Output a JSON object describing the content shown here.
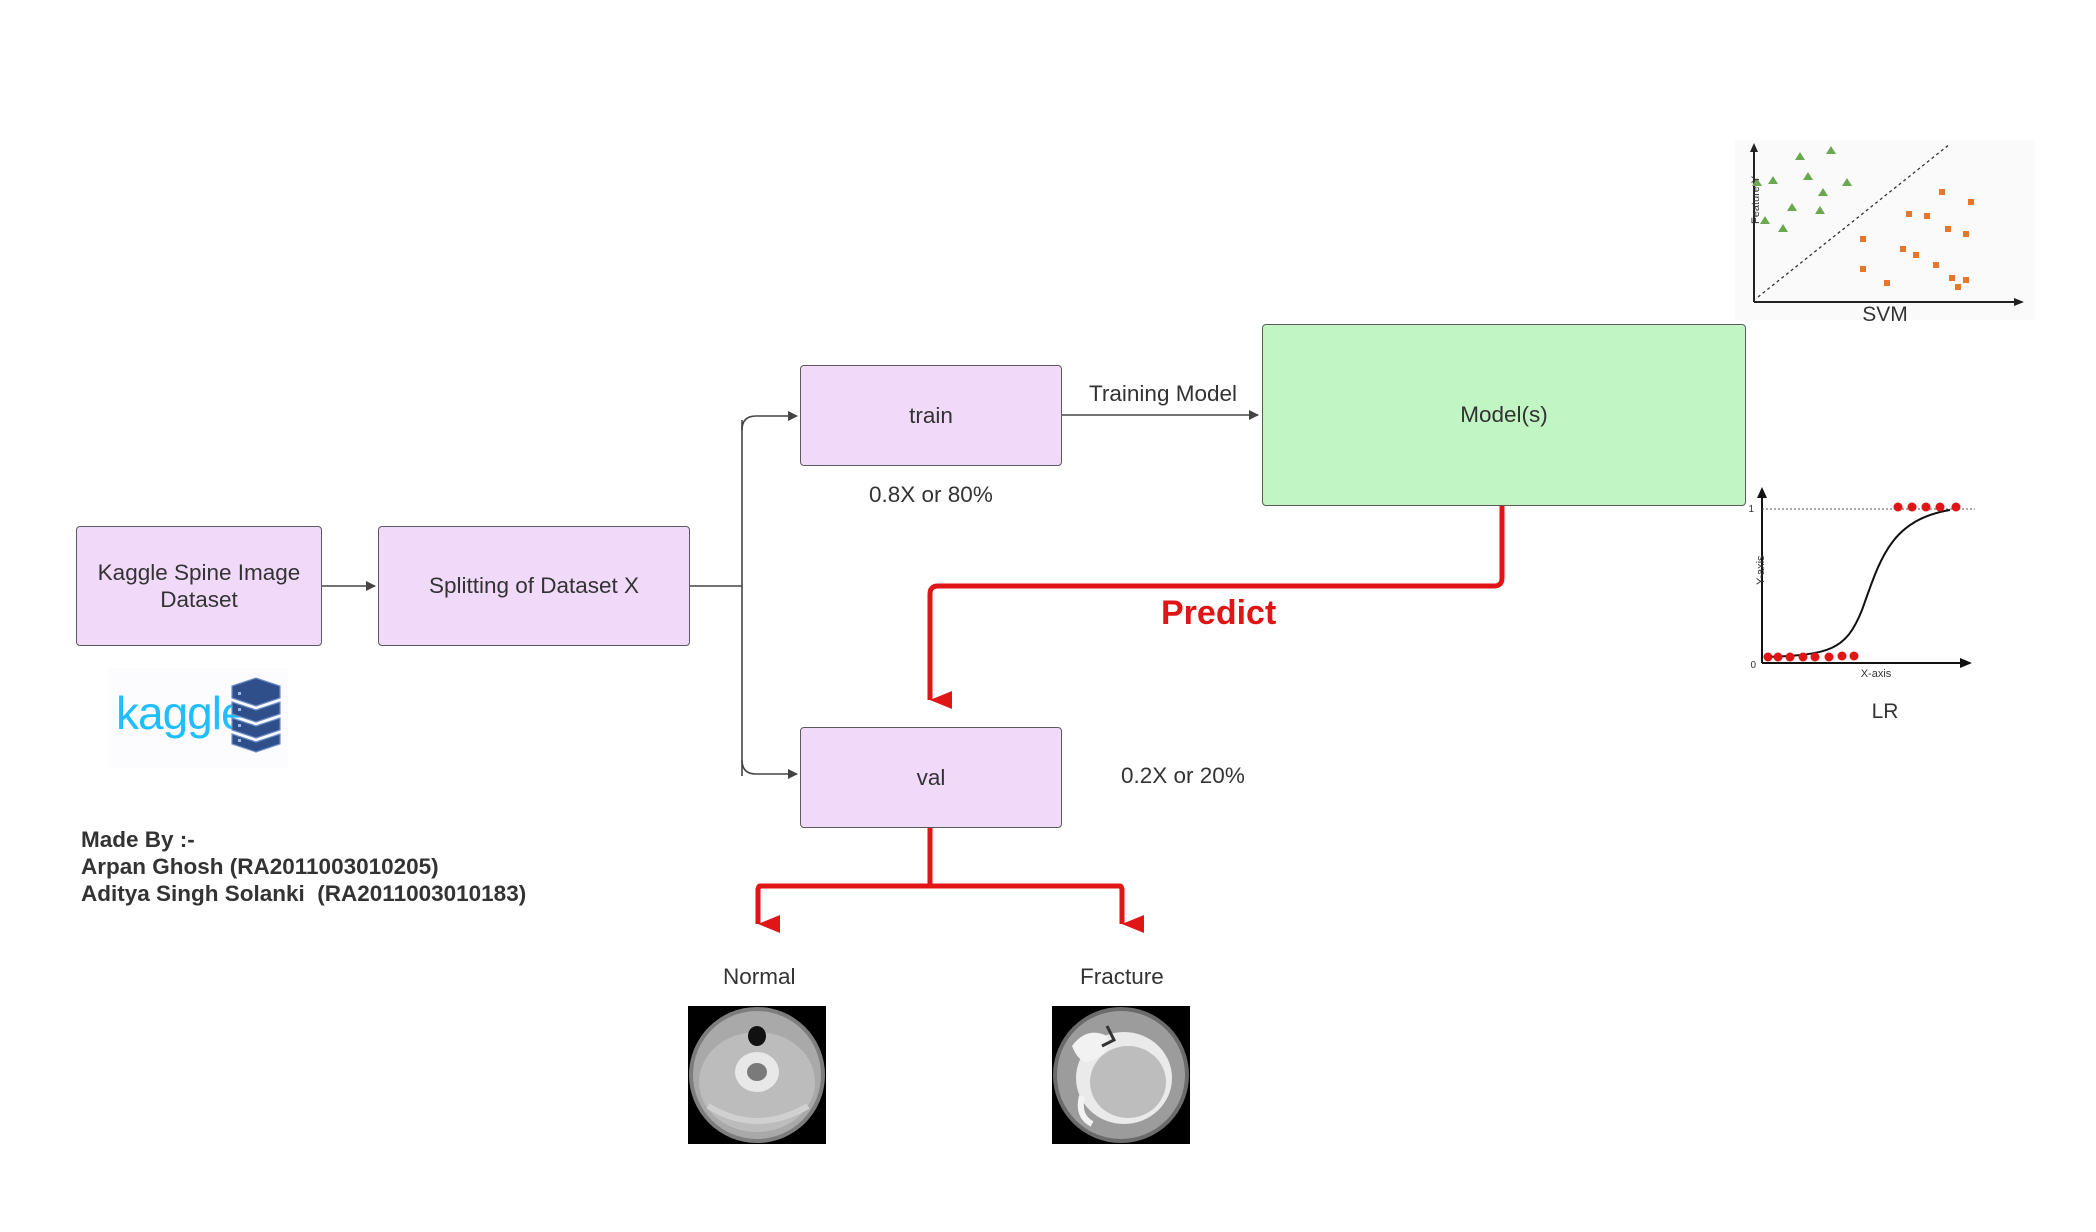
{
  "nodes": {
    "dataset": "Kaggle Spine Image Dataset",
    "split": "Splitting of Dataset X",
    "train": "train",
    "val": "val",
    "model": "Model(s)"
  },
  "labels": {
    "training_model": "Training Model",
    "train_ratio": "0.8X or 80%",
    "val_ratio": "0.2X or 20%",
    "predict": "Predict",
    "normal": "Normal",
    "fracture": "Fracture"
  },
  "logo": {
    "text": "kaggle"
  },
  "credits": {
    "heading": "Made By :-",
    "author1": "Arpan Ghosh (RA2011003010205)",
    "author2": "Aditya Singh Solanki  (RA2011003010183)"
  },
  "svm_plot": {
    "caption": "SVM",
    "ylabel": "Feature Y",
    "class_a_color": "#6aa84f",
    "class_b_color": "#e6762e"
  },
  "lr_plot": {
    "caption": "LR",
    "xlabel": "X-axis",
    "ylabel": "Y-axis",
    "tick_zero": "0",
    "tick_one": "1",
    "point_color": "#e01515"
  },
  "colors": {
    "node_fill": "#f1d9fa",
    "model_fill": "#c1f5c4",
    "predict_arrow": "#e01515",
    "connector": "#444444"
  }
}
